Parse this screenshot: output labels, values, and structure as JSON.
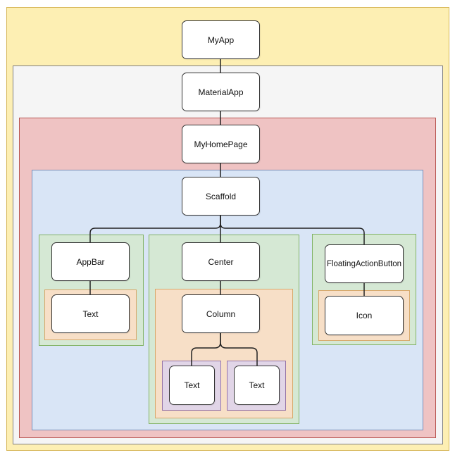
{
  "colors": {
    "app_region": "#fdefb3",
    "material_region": "#f5f5f5",
    "page_region": "#efc3c3",
    "scaffold_region": "#d9e5f6",
    "child_region": "#d5e8d4",
    "grandchild_region": "#f7dfc7",
    "leaf_region": "#e1d5e7"
  },
  "nodes": {
    "myapp": "MyApp",
    "materialapp": "MaterialApp",
    "myhomepage": "MyHomePage",
    "scaffold": "Scaffold",
    "appbar": "AppBar",
    "appbar_text": "Text",
    "center": "Center",
    "column": "Column",
    "column_text_1": "Text",
    "column_text_2": "Text",
    "fab": "FloatingActionButton",
    "icon": "Icon"
  }
}
